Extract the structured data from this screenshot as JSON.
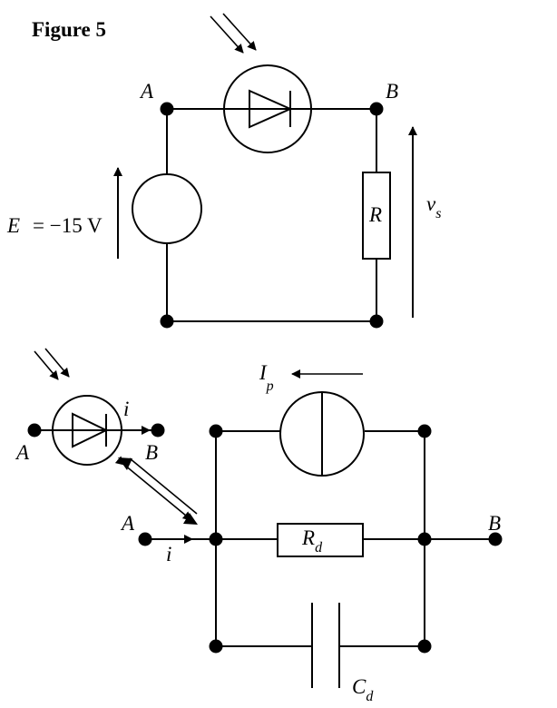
{
  "figure_title": "Figure 5",
  "circuit1": {
    "node_a": "A",
    "node_b": "B",
    "source_symbol": "E",
    "source_value": "= −15 V",
    "resistor": "R",
    "output_voltage": "v",
    "output_voltage_sub": "s"
  },
  "circuit2": {
    "photodiode_node_a": "A",
    "photodiode_node_b": "B",
    "photodiode_current": "i",
    "node_a": "A",
    "node_b": "B",
    "input_current": "i",
    "current_source": "I",
    "current_source_sub": "p",
    "resistor": "R",
    "resistor_sub": "d",
    "capacitor": "C",
    "capacitor_sub": "d"
  }
}
